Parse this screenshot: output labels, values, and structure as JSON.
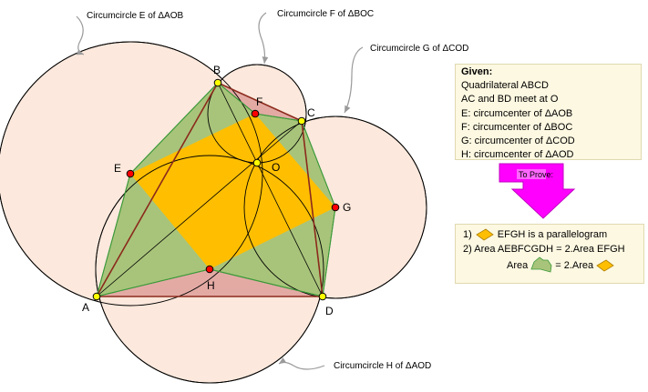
{
  "callouts": {
    "e": "Circumcircle E of ΔAOB",
    "f": "Circumcircle F of ΔBOC",
    "g": "Circumcircle G of ΔCOD",
    "h": "Circumcircle H of ΔAOD"
  },
  "points": {
    "A": "A",
    "B": "B",
    "C": "C",
    "D": "D",
    "E": "E",
    "F": "F",
    "G": "G",
    "H": "H",
    "O": "O"
  },
  "given": {
    "title": "Given:",
    "lines": [
      "Quadrilateral ABCD",
      "AC and BD meet at O",
      "E: circumcenter of ΔAOB",
      "F: circumcenter of ΔBOC",
      "G: circumcenter of ΔCOD",
      "H: circumcenter of ΔAOD"
    ]
  },
  "prove": {
    "arrow_label": "To Prove:",
    "item1_prefix": "1)",
    "item1_text": "EFGH is a parallelogram",
    "item2": "2) Area AEBFCGDH = 2.Area EFGH",
    "area_label": "Area",
    "equals_text": "= 2.Area"
  },
  "colors": {
    "circle_fill": "#fce8dc",
    "green_fill": "#a8c47a",
    "orange_fill": "#ffbf00",
    "pink_fill": "#e3aaa4",
    "brown_line": "#8b2a1c",
    "arrow_magenta": "#ff00ff",
    "point_yellow": "#ffff00",
    "point_red": "#ff0000"
  }
}
